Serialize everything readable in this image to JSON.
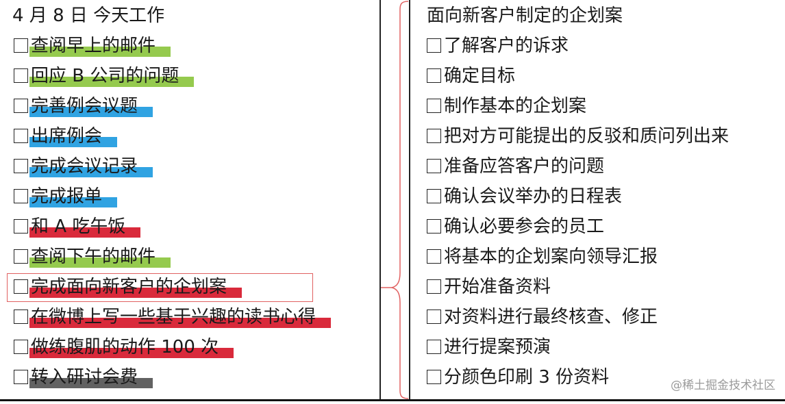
{
  "left": {
    "title": "4 月 8 日 今天工作",
    "tasks": [
      {
        "label": "查阅早上的邮件",
        "color": "#8cc63f"
      },
      {
        "label": "回应 B 公司的问题",
        "color": "#8cc63f"
      },
      {
        "label": "完善例会议题",
        "color": "#1e9be0"
      },
      {
        "label": "出席例会",
        "color": "#1e9be0"
      },
      {
        "label": "完成会议记录",
        "color": "#1e9be0"
      },
      {
        "label": "完成报单",
        "color": "#1e9be0"
      },
      {
        "label": "和 A 吃午饭",
        "color": "#d6182a"
      },
      {
        "label": "查阅下午的邮件",
        "color": "#8cc63f"
      },
      {
        "label": "完成面向新客户的企划案",
        "color": "#d6182a"
      },
      {
        "label": "在微博上写一些基于兴趣的读书心得",
        "color": "#d6182a"
      },
      {
        "label": "做练腹肌的动作 100 次",
        "color": "#d6182a"
      },
      {
        "label": "转入研讨会费",
        "color": "#555555"
      }
    ]
  },
  "right": {
    "title": "面向新客户制定的企划案",
    "subtasks": [
      "了解客户的诉求",
      "确定目标",
      "制作基本的企划案",
      "把对方可能提出的反驳和质问列出来",
      "准备应答客户的问题",
      "确认会议举办的日程表",
      "确认必要参会的员工",
      "将基本的企划案向领导汇报",
      "开始准备资料",
      "对资料进行最终核查、修正",
      "进行提案预演",
      "分颜色印刷 3 份资料"
    ]
  },
  "connector_color": "#e06060",
  "watermark": "@稀土掘金技术社区"
}
